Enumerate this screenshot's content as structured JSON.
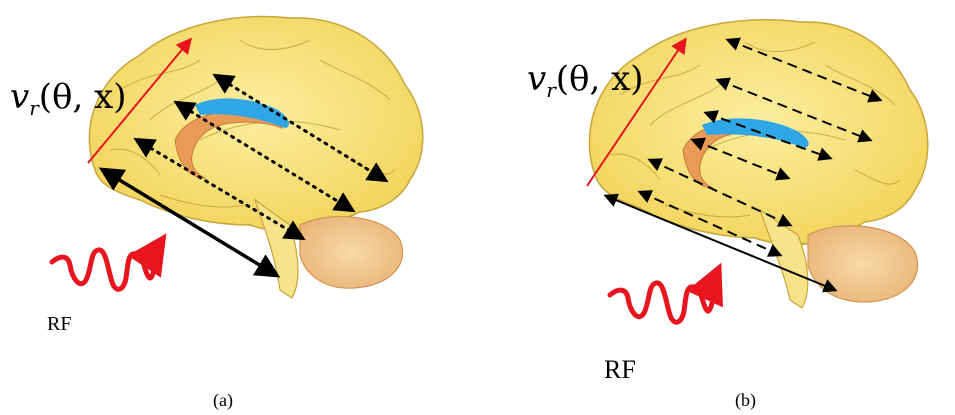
{
  "figure": {
    "panels": [
      {
        "id": "a",
        "caption": "(a)",
        "vector_label": "v_r(θ,x)",
        "vector_label_main": "v",
        "vector_label_sub": "r",
        "vector_label_args": "(θ, x)",
        "rf_label": "RF",
        "path_style": "dotted"
      },
      {
        "id": "b",
        "caption": "(b)",
        "vector_label": "v_r(θ,x)",
        "vector_label_main": "v",
        "vector_label_sub": "r",
        "vector_label_args": "(θ, x)",
        "rf_label": "RF",
        "path_style": "dashed"
      }
    ],
    "colors": {
      "brain": "#f7e27a",
      "brain_outline": "#c9a53a",
      "cerebellum": "#f3c98a",
      "ventricle": "#2fa6e6",
      "corpus": "#e89a57",
      "rf_wave": "#e8141e",
      "vector_arrow": "#e8141e",
      "path": "#000000"
    }
  }
}
